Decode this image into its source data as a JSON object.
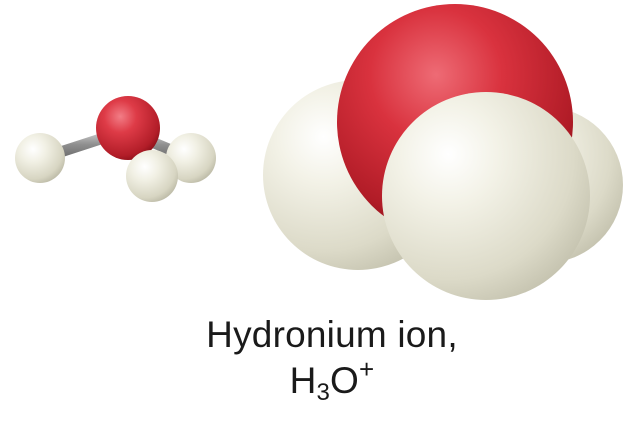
{
  "caption": {
    "line1": "Hydronium ion,",
    "formula": {
      "h": "H",
      "h_count": "3",
      "o": "O",
      "charge": "+"
    }
  },
  "colors": {
    "oxygen": "#d42a35",
    "hydrogen": "#ecebdc",
    "bond": "#9a9a9a",
    "text": "#1a1a1a"
  }
}
